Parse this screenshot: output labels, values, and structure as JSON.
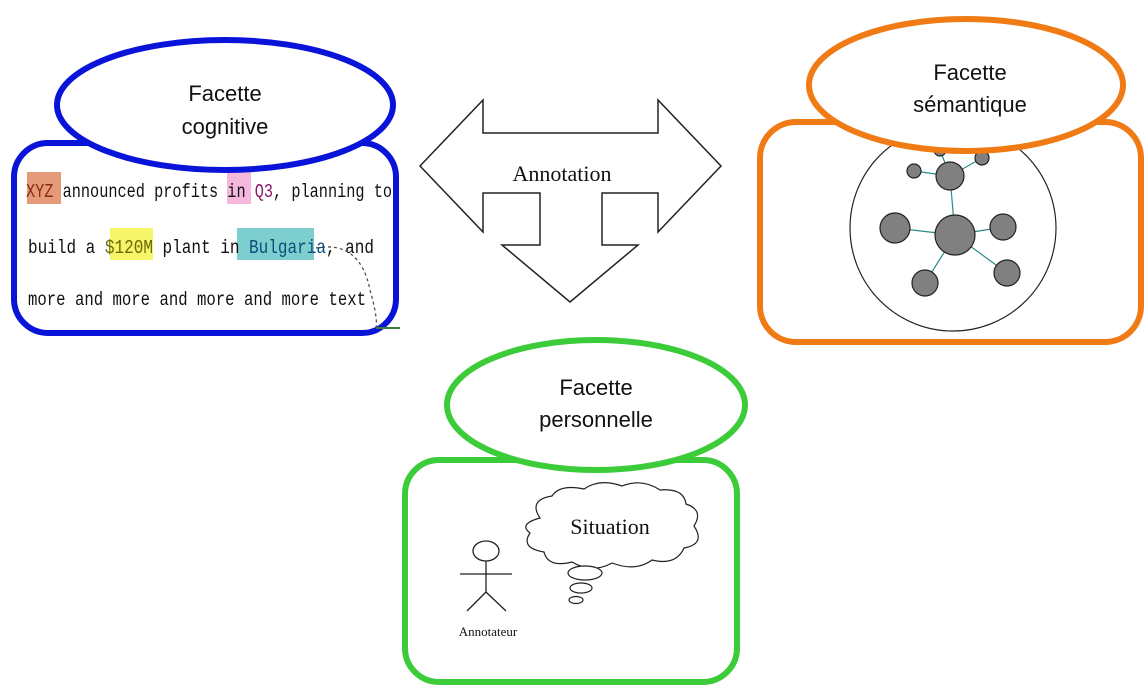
{
  "cognitive": {
    "title_line1": "Facette",
    "title_line2": "cognitive",
    "text_line1": {
      "parts": [
        "XYZ",
        " announced profits in ",
        "Q3",
        ", planning to"
      ]
    },
    "text_line2": {
      "parts": [
        "build a ",
        "$120M",
        " plant in ",
        "Bulgaria",
        ", and"
      ]
    },
    "text_line3": "more and more and more and more text",
    "highlight_colors": {
      "entity_org": "#e59a7a",
      "entity_time": "#f5b8dd",
      "entity_money": "#f7f56a",
      "entity_place": "#7dcfcf"
    },
    "frame_color": "#0a14d9"
  },
  "center": {
    "label": "Annotation"
  },
  "semantic": {
    "title_line1": "Facette",
    "title_line2": "sémantique",
    "frame_color": "#f07a14",
    "node_color": "#808080",
    "edge_color": "#2a8a8a"
  },
  "personal": {
    "title_line1": "Facette",
    "title_line2": "personnelle",
    "thought_label": "Situation",
    "actor_label": "Annotateur",
    "frame_color": "#3ccc3a"
  }
}
